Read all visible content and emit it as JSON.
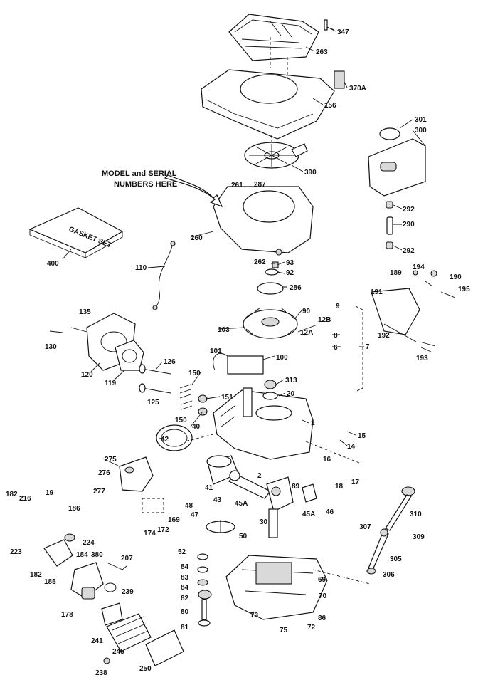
{
  "annotation": {
    "line1": "MODEL and SERIAL",
    "line2": "NUMBERS HERE"
  },
  "parts": [
    {
      "id": "347",
      "label": "347"
    },
    {
      "id": "263",
      "label": "263"
    },
    {
      "id": "370A",
      "label": "370A"
    },
    {
      "id": "156",
      "label": "156"
    },
    {
      "id": "301",
      "label": "301"
    },
    {
      "id": "300",
      "label": "300"
    },
    {
      "id": "390",
      "label": "390"
    },
    {
      "id": "261",
      "label": "261"
    },
    {
      "id": "287",
      "label": "287"
    },
    {
      "id": "292a",
      "label": "292"
    },
    {
      "id": "290",
      "label": "290"
    },
    {
      "id": "292b",
      "label": "292"
    },
    {
      "id": "400",
      "label": "400"
    },
    {
      "id": "260",
      "label": "260"
    },
    {
      "id": "110",
      "label": "110"
    },
    {
      "id": "262",
      "label": "262"
    },
    {
      "id": "93",
      "label": "93"
    },
    {
      "id": "92",
      "label": "92"
    },
    {
      "id": "286",
      "label": "286"
    },
    {
      "id": "194",
      "label": "194"
    },
    {
      "id": "189",
      "label": "189"
    },
    {
      "id": "190",
      "label": "190"
    },
    {
      "id": "191",
      "label": "191"
    },
    {
      "id": "195",
      "label": "195"
    },
    {
      "id": "135",
      "label": "135"
    },
    {
      "id": "90",
      "label": "90"
    },
    {
      "id": "9",
      "label": "9"
    },
    {
      "id": "12B",
      "label": "12B"
    },
    {
      "id": "103",
      "label": "103"
    },
    {
      "id": "8",
      "label": "8"
    },
    {
      "id": "12A",
      "label": "12A"
    },
    {
      "id": "6",
      "label": "6"
    },
    {
      "id": "7",
      "label": "7"
    },
    {
      "id": "192",
      "label": "192"
    },
    {
      "id": "130",
      "label": "130"
    },
    {
      "id": "193",
      "label": "193"
    },
    {
      "id": "120",
      "label": "120"
    },
    {
      "id": "119",
      "label": "119"
    },
    {
      "id": "101",
      "label": "101"
    },
    {
      "id": "100",
      "label": "100"
    },
    {
      "id": "126a",
      "label": "126"
    },
    {
      "id": "150a",
      "label": "150"
    },
    {
      "id": "313",
      "label": "313"
    },
    {
      "id": "125",
      "label": "125"
    },
    {
      "id": "151",
      "label": "151"
    },
    {
      "id": "20",
      "label": "20"
    },
    {
      "id": "150b",
      "label": "150"
    },
    {
      "id": "40",
      "label": "40"
    },
    {
      "id": "1",
      "label": "1"
    },
    {
      "id": "15",
      "label": "15"
    },
    {
      "id": "42",
      "label": "42"
    },
    {
      "id": "14",
      "label": "14"
    },
    {
      "id": "275",
      "label": "275"
    },
    {
      "id": "16",
      "label": "16"
    },
    {
      "id": "276",
      "label": "276"
    },
    {
      "id": "2",
      "label": "2"
    },
    {
      "id": "17",
      "label": "17"
    },
    {
      "id": "18",
      "label": "18"
    },
    {
      "id": "41",
      "label": "41"
    },
    {
      "id": "89",
      "label": "89"
    },
    {
      "id": "277",
      "label": "277"
    },
    {
      "id": "43",
      "label": "43"
    },
    {
      "id": "182a",
      "label": "182"
    },
    {
      "id": "216",
      "label": "216"
    },
    {
      "id": "19",
      "label": "19"
    },
    {
      "id": "310",
      "label": "310"
    },
    {
      "id": "48",
      "label": "48"
    },
    {
      "id": "45Aa",
      "label": "45A"
    },
    {
      "id": "45Ab",
      "label": "45A"
    },
    {
      "id": "46",
      "label": "46"
    },
    {
      "id": "186",
      "label": "186"
    },
    {
      "id": "47",
      "label": "47"
    },
    {
      "id": "169",
      "label": "169"
    },
    {
      "id": "30",
      "label": "30"
    },
    {
      "id": "307",
      "label": "307"
    },
    {
      "id": "172",
      "label": "172"
    },
    {
      "id": "174",
      "label": "174"
    },
    {
      "id": "309",
      "label": "309"
    },
    {
      "id": "50",
      "label": "50"
    },
    {
      "id": "224",
      "label": "224"
    },
    {
      "id": "223",
      "label": "223"
    },
    {
      "id": "184",
      "label": "184"
    },
    {
      "id": "380",
      "label": "380"
    },
    {
      "id": "207",
      "label": "207"
    },
    {
      "id": "52",
      "label": "52"
    },
    {
      "id": "305",
      "label": "305"
    },
    {
      "id": "182b",
      "label": "182"
    },
    {
      "id": "84a",
      "label": "84"
    },
    {
      "id": "306",
      "label": "306"
    },
    {
      "id": "185",
      "label": "185"
    },
    {
      "id": "83",
      "label": "83"
    },
    {
      "id": "69",
      "label": "69"
    },
    {
      "id": "84b",
      "label": "84"
    },
    {
      "id": "239",
      "label": "239"
    },
    {
      "id": "82",
      "label": "82"
    },
    {
      "id": "70",
      "label": "70"
    },
    {
      "id": "178",
      "label": "178"
    },
    {
      "id": "80",
      "label": "80"
    },
    {
      "id": "73",
      "label": "73"
    },
    {
      "id": "86",
      "label": "86"
    },
    {
      "id": "81",
      "label": "81"
    },
    {
      "id": "75",
      "label": "75"
    },
    {
      "id": "72",
      "label": "72"
    },
    {
      "id": "241",
      "label": "241"
    },
    {
      "id": "245",
      "label": "245"
    },
    {
      "id": "250",
      "label": "250"
    },
    {
      "id": "238",
      "label": "238"
    }
  ],
  "decal_text": "GASKET SET"
}
